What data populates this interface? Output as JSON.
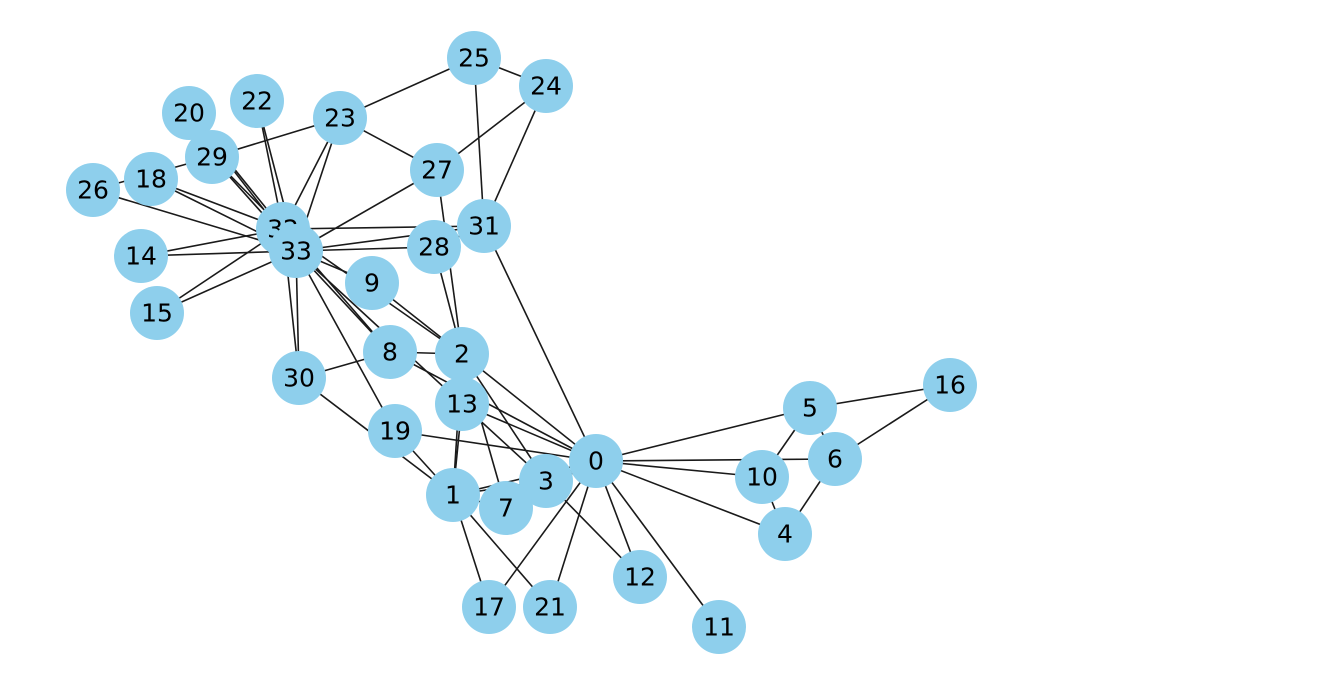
{
  "graph": {
    "node_color": "#8ecfec",
    "edge_color": "#1a1a1a",
    "background": "#ffffff",
    "nodes": [
      {
        "id": "0"
      },
      {
        "id": "1"
      },
      {
        "id": "2"
      },
      {
        "id": "3"
      },
      {
        "id": "4"
      },
      {
        "id": "5"
      },
      {
        "id": "6"
      },
      {
        "id": "7"
      },
      {
        "id": "8"
      },
      {
        "id": "9"
      },
      {
        "id": "10"
      },
      {
        "id": "11"
      },
      {
        "id": "12"
      },
      {
        "id": "13"
      },
      {
        "id": "14"
      },
      {
        "id": "15"
      },
      {
        "id": "16"
      },
      {
        "id": "17"
      },
      {
        "id": "18"
      },
      {
        "id": "19"
      },
      {
        "id": "20"
      },
      {
        "id": "21"
      },
      {
        "id": "22"
      },
      {
        "id": "23"
      },
      {
        "id": "24"
      },
      {
        "id": "25"
      },
      {
        "id": "26"
      },
      {
        "id": "27"
      },
      {
        "id": "28"
      },
      {
        "id": "29"
      },
      {
        "id": "30"
      },
      {
        "id": "31"
      },
      {
        "id": "32"
      },
      {
        "id": "33"
      }
    ],
    "edges": [
      [
        0,
        1
      ],
      [
        0,
        2
      ],
      [
        0,
        3
      ],
      [
        0,
        4
      ],
      [
        0,
        5
      ],
      [
        0,
        6
      ],
      [
        0,
        7
      ],
      [
        0,
        8
      ],
      [
        0,
        10
      ],
      [
        0,
        11
      ],
      [
        0,
        12
      ],
      [
        0,
        13
      ],
      [
        0,
        17
      ],
      [
        0,
        19
      ],
      [
        0,
        21
      ],
      [
        0,
        31
      ],
      [
        1,
        2
      ],
      [
        1,
        3
      ],
      [
        1,
        7
      ],
      [
        1,
        13
      ],
      [
        1,
        17
      ],
      [
        1,
        19
      ],
      [
        1,
        21
      ],
      [
        1,
        30
      ],
      [
        2,
        3
      ],
      [
        2,
        7
      ],
      [
        2,
        8
      ],
      [
        2,
        9
      ],
      [
        2,
        13
      ],
      [
        2,
        27
      ],
      [
        2,
        28
      ],
      [
        2,
        32
      ],
      [
        3,
        7
      ],
      [
        3,
        12
      ],
      [
        3,
        13
      ],
      [
        4,
        6
      ],
      [
        4,
        10
      ],
      [
        5,
        6
      ],
      [
        5,
        10
      ],
      [
        5,
        16
      ],
      [
        6,
        16
      ],
      [
        8,
        30
      ],
      [
        8,
        32
      ],
      [
        8,
        33
      ],
      [
        9,
        33
      ],
      [
        13,
        33
      ],
      [
        14,
        32
      ],
      [
        14,
        33
      ],
      [
        15,
        32
      ],
      [
        15,
        33
      ],
      [
        18,
        32
      ],
      [
        18,
        33
      ],
      [
        19,
        33
      ],
      [
        20,
        32
      ],
      [
        20,
        33
      ],
      [
        22,
        32
      ],
      [
        22,
        33
      ],
      [
        23,
        25
      ],
      [
        23,
        27
      ],
      [
        23,
        29
      ],
      [
        23,
        32
      ],
      [
        23,
        33
      ],
      [
        24,
        25
      ],
      [
        24,
        27
      ],
      [
        24,
        31
      ],
      [
        25,
        31
      ],
      [
        26,
        29
      ],
      [
        26,
        33
      ],
      [
        27,
        33
      ],
      [
        28,
        31
      ],
      [
        28,
        33
      ],
      [
        29,
        32
      ],
      [
        29,
        33
      ],
      [
        30,
        32
      ],
      [
        30,
        33
      ],
      [
        31,
        32
      ],
      [
        31,
        33
      ],
      [
        32,
        33
      ]
    ]
  }
}
